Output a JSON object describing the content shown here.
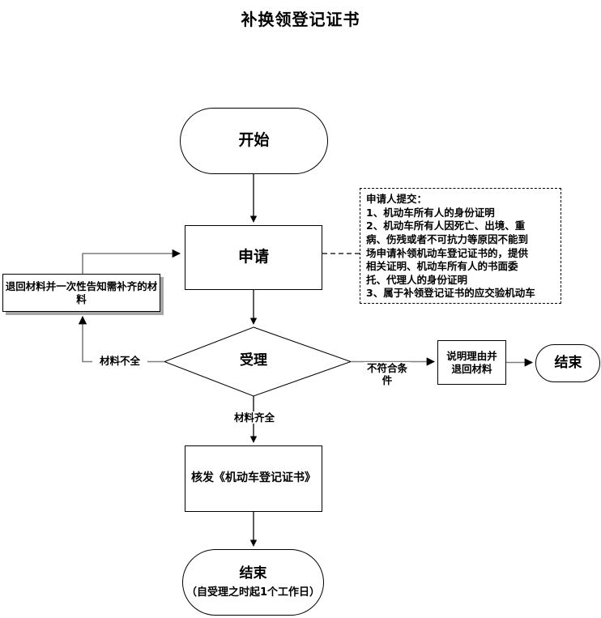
{
  "document": {
    "title": "补换领登记证书"
  },
  "flowchart": {
    "type": "flowchart",
    "nodes": {
      "start": {
        "label": "开始",
        "shape": "rounded-terminator"
      },
      "apply": {
        "label": "申请",
        "shape": "rectangle"
      },
      "return_materials": {
        "label": "退回材料并一次性告知需补齐的材料",
        "shape": "rectangle-shadow"
      },
      "acceptance": {
        "label": "受理",
        "shape": "diamond"
      },
      "explain_and_return": {
        "label": "说明理由并\n退回材料",
        "line1": "说明理由并",
        "line2": "退回材料",
        "shape": "rectangle"
      },
      "end_right": {
        "label": "结束",
        "shape": "rounded-terminator"
      },
      "issue_certificate": {
        "label": "核发《机动车登记证书》",
        "shape": "rectangle"
      },
      "end_bottom": {
        "label": "结束",
        "sublabel": "（自受理之时起1个工作日）",
        "shape": "rounded-terminator"
      }
    },
    "edge_labels": {
      "materials_incomplete": "材料不全",
      "materials_complete": "材料齐全",
      "not_conforming": "不符合条\n件",
      "not_conforming_line1": "不符合条",
      "not_conforming_line2": "件"
    },
    "annotation": {
      "heading": "申请人提交：",
      "items": [
        "1、机动车所有人的身份证明",
        "2、机动车所有人因死亡、出境、重病、伤残或者不可抗力等原因不能到场申请补领机动车登记证书的，提供相关证明、机动车所有人的书面委托、代理人的身份证明",
        "3、属于补领登记证书的应交验机动车"
      ],
      "rendered_lines": [
        "申请人提交：",
        "1、机动车所有人的身份证明",
        "2、机动车所有人因死亡、出境、重",
        "病、伤残或者不可抗力等原因不能到",
        "场申请补领机动车登记证书的，提供",
        "相关证明、机动车所有人的书面委",
        "托、代理人的身份证明",
        "3、属于补领登记证书的应交验机动车"
      ]
    },
    "colors": {
      "stroke": "#000000",
      "shadow": "#a6a6a6",
      "background": "#ffffff",
      "text": "#000000"
    }
  }
}
